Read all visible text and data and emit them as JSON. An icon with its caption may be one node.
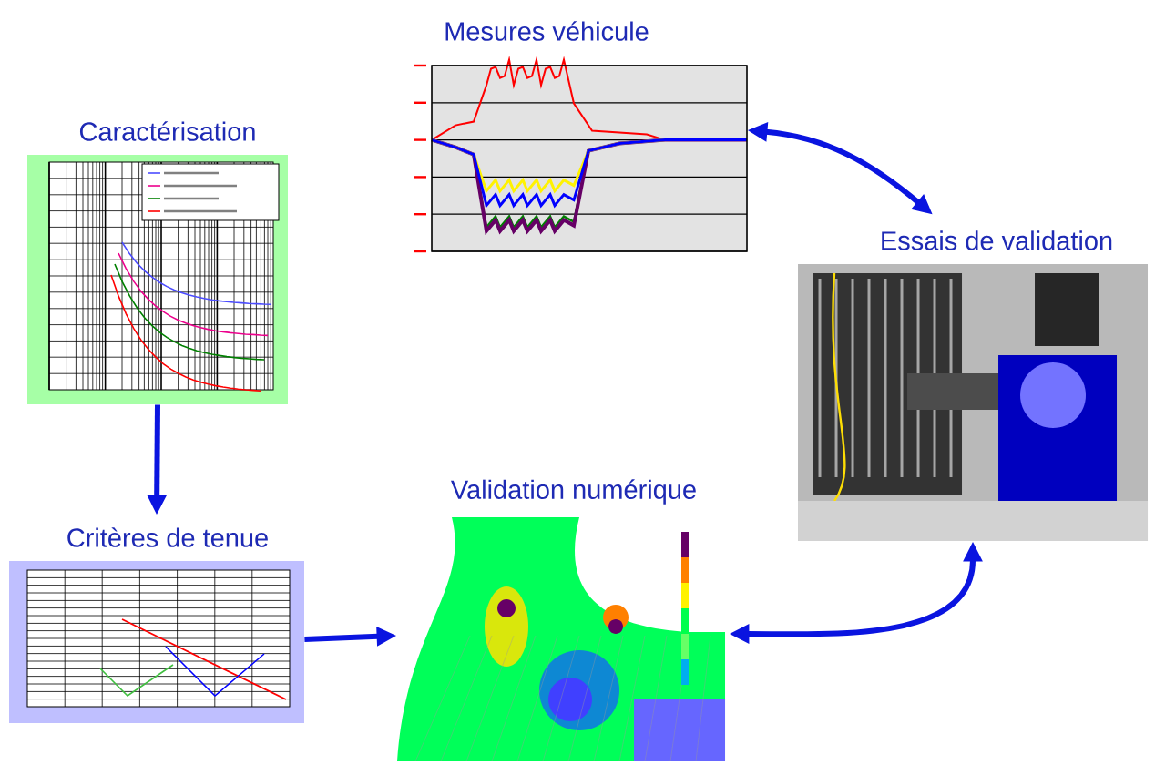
{
  "diagram": {
    "nodes": [
      {
        "text": [
          "Mesures véhicule"
        ]
      },
      {
        "text": [
          "Caractérisation"
        ]
      },
      {
        "text": [
          "Essais de validation"
        ]
      },
      {
        "text": [
          "Critères de tenue"
        ]
      },
      {
        "text": [
          "Validation numérique"
        ]
      }
    ],
    "edges": [
      {
        "from": 1,
        "to": 3,
        "arrow": "to"
      },
      {
        "from": 3,
        "to": 4,
        "arrow": "to"
      },
      {
        "from": 4,
        "to": 2,
        "arrow": "both"
      },
      {
        "from": 0,
        "to": 2,
        "arrow": "both"
      }
    ]
  }
}
